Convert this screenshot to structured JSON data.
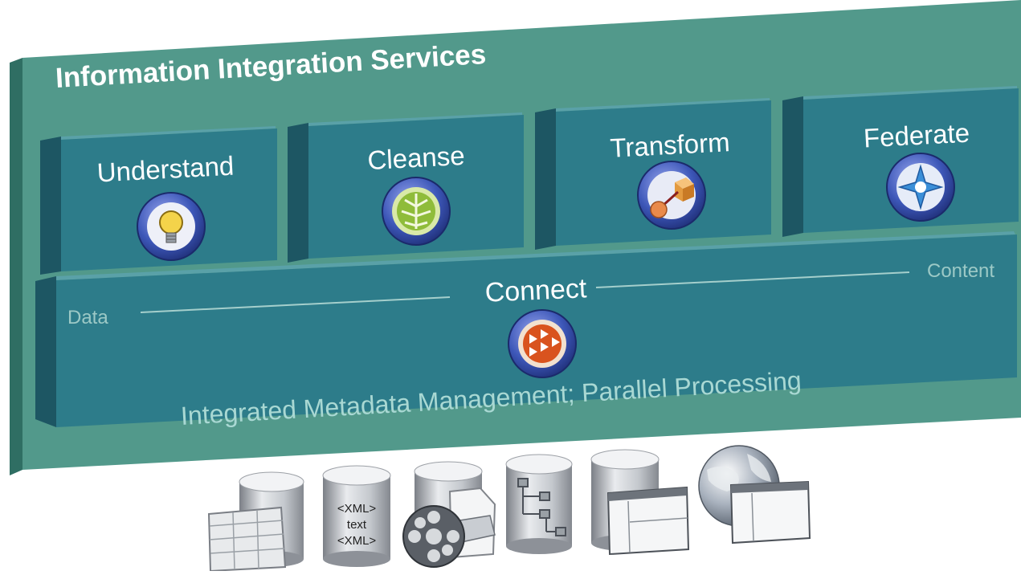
{
  "title": "Information Integration Services",
  "services": [
    {
      "label": "Understand",
      "icon": "lightbulb-icon"
    },
    {
      "label": "Cleanse",
      "icon": "leaf-pattern-icon"
    },
    {
      "label": "Transform",
      "icon": "transform-cube-icon"
    },
    {
      "label": "Federate",
      "icon": "federate-compass-icon"
    }
  ],
  "connect": {
    "label": "Connect",
    "left_label": "Data",
    "right_label": "Content",
    "icon": "connect-arrows-icon"
  },
  "footer": "Integrated Metadata Management; Parallel Processing",
  "sources": [
    {
      "icon": "database-table-icon"
    },
    {
      "icon": "database-xml-icon",
      "lines": [
        "<XML>",
        "text",
        "<XML>"
      ]
    },
    {
      "icon": "database-media-icon"
    },
    {
      "icon": "database-hierarchy-icon"
    },
    {
      "icon": "database-application-icon"
    },
    {
      "icon": "globe-web-icon"
    }
  ],
  "colors": {
    "panel": "#52998b",
    "block": "#2d7c8a",
    "block_dark": "#1d5663",
    "icon_ring": "#3d57b8"
  }
}
